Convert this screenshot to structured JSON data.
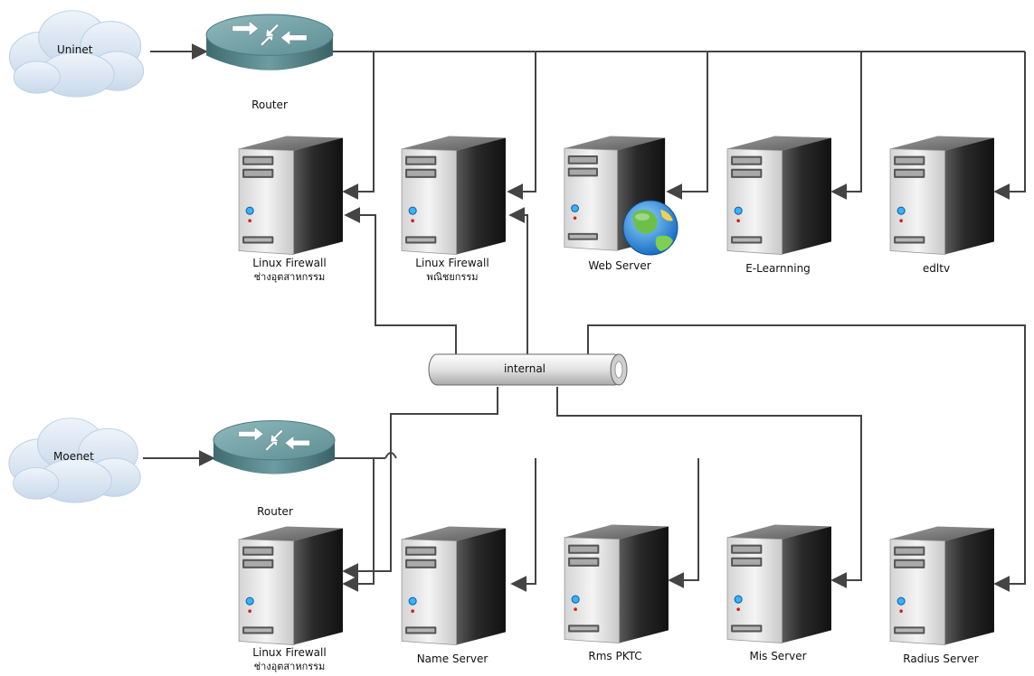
{
  "colors": {
    "line": "#444444",
    "router_top": "#6f9ea3",
    "router_side": "#4c7b80",
    "server_face": "#e8e8e8",
    "server_side": "#2c2c2c",
    "cloud": "#dbe7f3",
    "pipe": "#e4e4e4"
  },
  "clouds": {
    "uninet": {
      "label": "Uninet",
      "icon": "cloud-icon"
    },
    "moenet": {
      "label": "Moenet",
      "icon": "cloud-icon"
    }
  },
  "routers": {
    "top": {
      "label": "Router",
      "icon": "router-icon"
    },
    "bottom": {
      "label": "Router",
      "icon": "router-icon"
    }
  },
  "switch": {
    "label": "internal",
    "icon": "pipe-bus-icon"
  },
  "servers": {
    "fw_industry_top": {
      "label": "Linux Firewall",
      "sublabel": "ช่างอุตสาหกรรม",
      "icon": "server-icon"
    },
    "fw_commerce": {
      "label": "Linux Firewall",
      "sublabel": "พณิชยกรรม",
      "icon": "server-icon"
    },
    "web": {
      "label": "Web Server",
      "icon": "server-globe-icon"
    },
    "elearning": {
      "label": "E-Learnning",
      "icon": "server-icon"
    },
    "edltv": {
      "label": "edltv",
      "icon": "server-icon"
    },
    "fw_industry_bottom": {
      "label": "Linux Firewall",
      "sublabel": "ช่างอุตสาหกรรม",
      "icon": "server-icon"
    },
    "name": {
      "label": "Name Server",
      "icon": "server-icon"
    },
    "rms": {
      "label": "Rms PKTC",
      "icon": "server-icon"
    },
    "mis": {
      "label": "Mis Server",
      "icon": "server-icon"
    },
    "radius": {
      "label": "Radius Server",
      "icon": "server-icon"
    }
  }
}
